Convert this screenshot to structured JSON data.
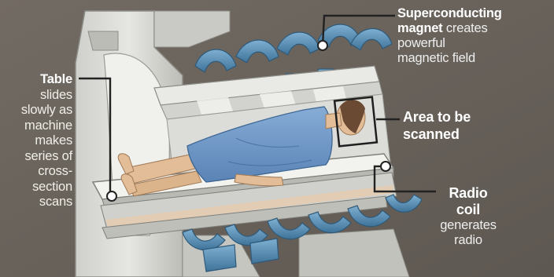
{
  "labels": {
    "magnet": {
      "bold": "Superconducting magnet",
      "lines": [
        "Superconducting",
        "magnet creates",
        "powerful",
        "magnetic field"
      ],
      "title_line1": "Superconducting",
      "title_line2": "magnet",
      "rest_line2": " creates",
      "line3": "powerful",
      "line4": "magnetic field"
    },
    "area": {
      "line1": "Area to be",
      "line2": "scanned"
    },
    "radio": {
      "line1": "Radio",
      "line2": "coil",
      "line3": "generates",
      "line4": "radio"
    },
    "table": {
      "line1": "Table",
      "line2": "slides",
      "line3": "slowly as",
      "line4": "machine",
      "line5": "makes",
      "line6": "series of",
      "line7": "cross-",
      "line8": "section",
      "line9": "scans"
    }
  },
  "colors": {
    "background": "#6b645d",
    "machine_shell": "#d8d8d4",
    "coil": "#5d93b8",
    "coil_dark": "#3d6f92",
    "patient_gown": "#6f98c9",
    "skin": "#e2bd97",
    "label_text": "#ffffff"
  },
  "icons": {
    "callout_marker": "circle-marker",
    "scan_area": "rectangle-outline"
  }
}
